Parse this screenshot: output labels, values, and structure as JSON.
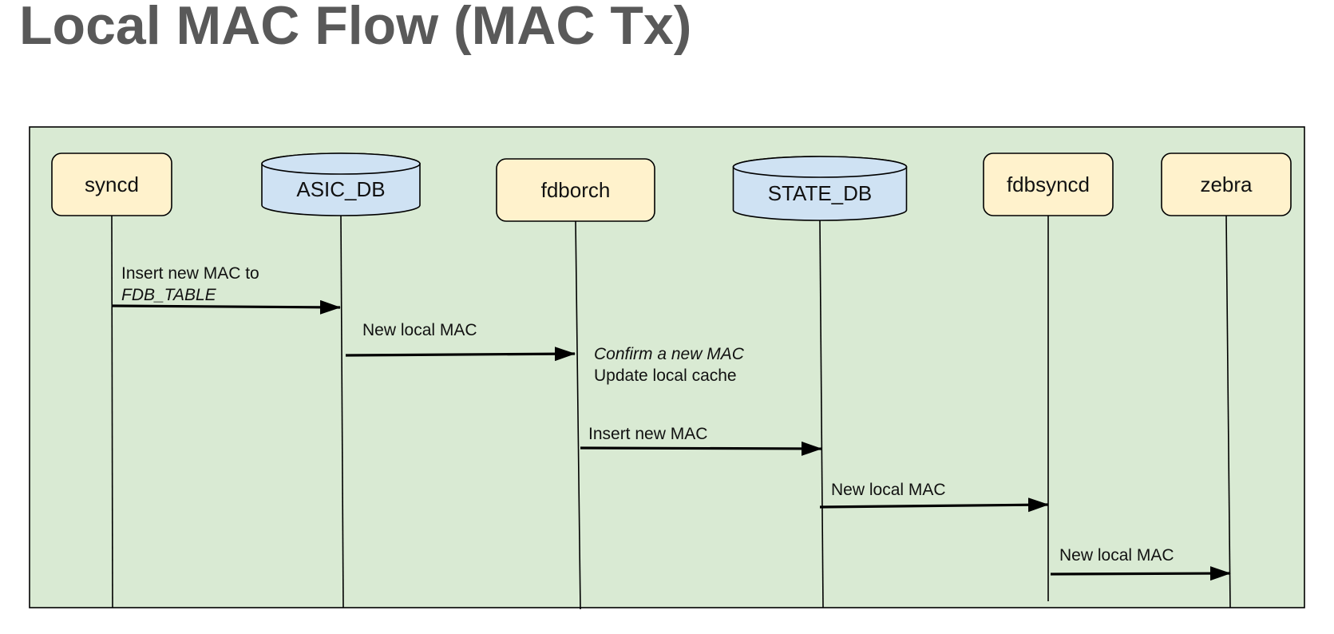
{
  "title": "Local MAC Flow (MAC Tx)",
  "colors": {
    "background": "#d9ead3",
    "process_fill": "#fff2cc",
    "database_fill": "#cfe2f3",
    "stroke": "#000000",
    "title": "#595959"
  },
  "participants": [
    {
      "id": "syncd",
      "label": "syncd",
      "shape": "process"
    },
    {
      "id": "asic_db",
      "label": "ASIC_DB",
      "shape": "database"
    },
    {
      "id": "fdborch",
      "label": "fdborch",
      "shape": "process"
    },
    {
      "id": "state_db",
      "label": "STATE_DB",
      "shape": "database"
    },
    {
      "id": "fdbsyncd",
      "label": "fdbsyncd",
      "shape": "process"
    },
    {
      "id": "zebra",
      "label": "zebra",
      "shape": "process"
    }
  ],
  "messages": [
    {
      "from": "syncd",
      "to": "asic_db",
      "lines": [
        {
          "text": "Insert new MAC to",
          "italic": false
        },
        {
          "text": "FDB_TABLE",
          "italic": true
        }
      ]
    },
    {
      "from": "asic_db",
      "to": "fdborch",
      "lines": [
        {
          "text": "New local MAC",
          "italic": false
        }
      ]
    },
    {
      "from": "fdborch",
      "to": "state_db",
      "lines": [
        {
          "text": "Insert new MAC",
          "italic": false
        }
      ]
    },
    {
      "from": "state_db",
      "to": "fdbsyncd",
      "lines": [
        {
          "text": "New local MAC",
          "italic": false
        }
      ]
    },
    {
      "from": "fdbsyncd",
      "to": "zebra",
      "lines": [
        {
          "text": "New local MAC",
          "italic": false
        }
      ]
    }
  ],
  "notes": [
    {
      "at": "fdborch",
      "lines": [
        {
          "text": "Confirm a new MAC",
          "italic": true
        },
        {
          "text": "Update local cache",
          "italic": false
        }
      ]
    }
  ]
}
